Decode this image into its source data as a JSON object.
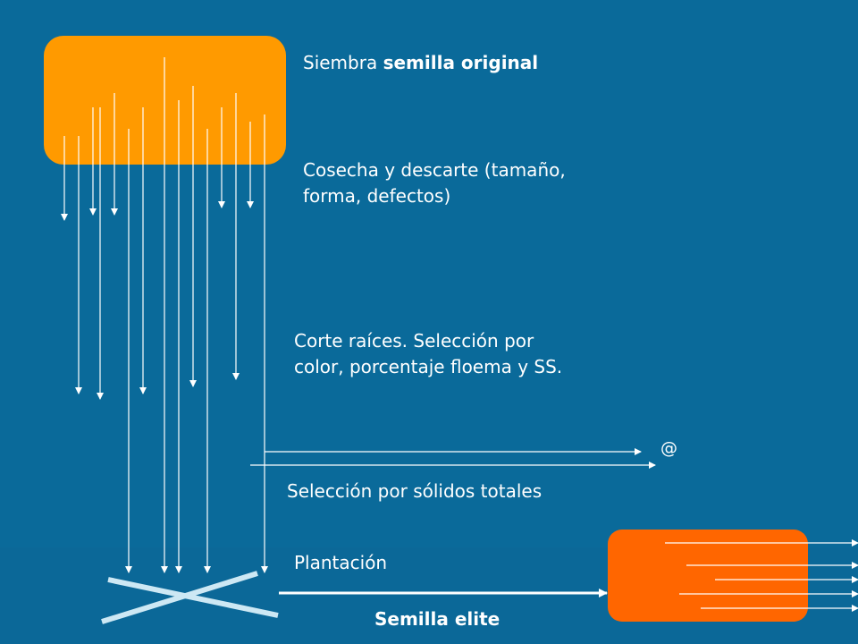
{
  "steps": {
    "siembra_prefix": "Siembra ",
    "siembra_bold": "semilla original",
    "cosecha_line1": "Cosecha y descarte (tamaño,",
    "cosecha_line2": "forma, defectos)",
    "corte_line1": "Corte raíces. Selección por",
    "corte_line2": "color, porcentaje floema y SS.",
    "at_symbol": "@",
    "seleccion_solidos": "Selección por sólidos totales",
    "plantacion": "Plantación",
    "semilla_elite": "Semilla elite"
  },
  "colors": {
    "background": "#0a6a9a",
    "top_box": "#ff9a00",
    "bottom_box": "#ff6600",
    "lines": "#ffffff",
    "cross": "#cde8f4"
  }
}
